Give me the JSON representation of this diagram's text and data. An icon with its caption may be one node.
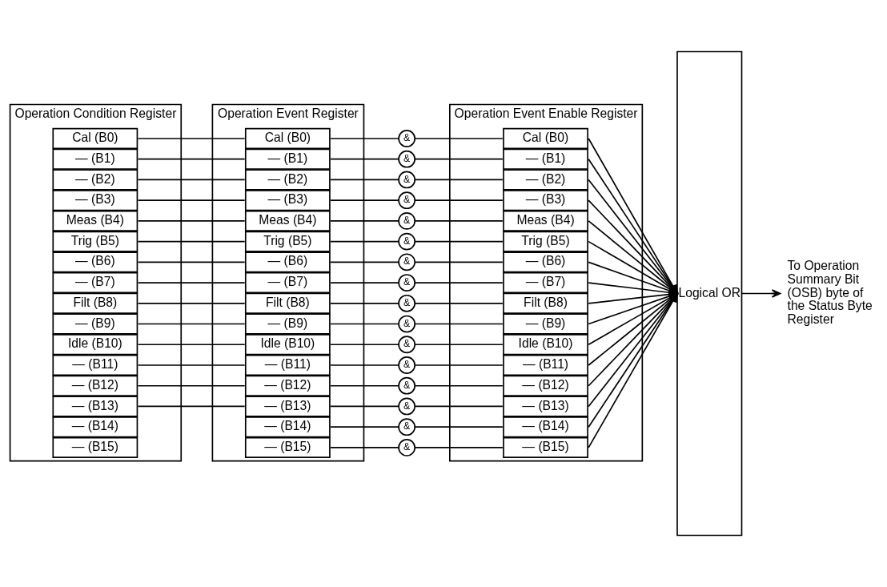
{
  "diagram": {
    "nodes": [
      {
        "text": [
          "Operation Condition Register"
        ]
      },
      {
        "text": [
          "Cal (B0)"
        ],
        "in": 0
      },
      {
        "text": [
          "— (B1)"
        ],
        "in": 0
      },
      {
        "text": [
          "— (B2)"
        ],
        "in": 0
      },
      {
        "text": [
          "— (B3)"
        ],
        "in": 0
      },
      {
        "text": [
          "Meas (B4)"
        ],
        "in": 0
      },
      {
        "text": [
          "Trig (B5)"
        ],
        "in": 0
      },
      {
        "text": [
          "— (B6)"
        ],
        "in": 0
      },
      {
        "text": [
          "— (B7)"
        ],
        "in": 0
      },
      {
        "text": [
          "Filt (B8)"
        ],
        "in": 0
      },
      {
        "text": [
          "— (B9)"
        ],
        "in": 0
      },
      {
        "text": [
          "Idle (B10)"
        ],
        "in": 0
      },
      {
        "text": [
          "— (B11)"
        ],
        "in": 0
      },
      {
        "text": [
          "— (B12)"
        ],
        "in": 0
      },
      {
        "text": [
          "— (B13)"
        ],
        "in": 0
      },
      {
        "text": [
          "— (B14)"
        ],
        "in": 0
      },
      {
        "text": [
          "— (B15)"
        ],
        "in": 0
      },
      {
        "text": [
          "Operation Event Register"
        ]
      },
      {
        "text": [
          "Cal (B0)"
        ],
        "in": 17
      },
      {
        "text": [
          "— (B1)"
        ],
        "in": 17
      },
      {
        "text": [
          "— (B2)"
        ],
        "in": 17
      },
      {
        "text": [
          "— (B3)"
        ],
        "in": 17
      },
      {
        "text": [
          "Meas (B4)"
        ],
        "in": 17
      },
      {
        "text": [
          "Trig (B5)"
        ],
        "in": 17
      },
      {
        "text": [
          "— (B6)"
        ],
        "in": 17
      },
      {
        "text": [
          "— (B7)"
        ],
        "in": 17
      },
      {
        "text": [
          "Filt (B8)"
        ],
        "in": 17
      },
      {
        "text": [
          "— (B9)"
        ],
        "in": 17
      },
      {
        "text": [
          "Idle (B10)"
        ],
        "in": 17
      },
      {
        "text": [
          "— (B11)"
        ],
        "in": 17
      },
      {
        "text": [
          "— (B12)"
        ],
        "in": 17
      },
      {
        "text": [
          "— (B13)"
        ],
        "in": 17
      },
      {
        "text": [
          "— (B14)"
        ],
        "in": 17
      },
      {
        "text": [
          "— (B15)"
        ],
        "in": 17
      },
      {
        "text": [
          "Operation Event Enable Register"
        ]
      },
      {
        "text": [
          "Cal (B0)"
        ],
        "in": 34
      },
      {
        "text": [
          "— (B1)"
        ],
        "in": 34
      },
      {
        "text": [
          "— (B2)"
        ],
        "in": 34
      },
      {
        "text": [
          "— (B3)"
        ],
        "in": 34
      },
      {
        "text": [
          "Meas (B4)"
        ],
        "in": 34
      },
      {
        "text": [
          "Trig (B5)"
        ],
        "in": 34
      },
      {
        "text": [
          "— (B6)"
        ],
        "in": 34
      },
      {
        "text": [
          "— (B7)"
        ],
        "in": 34
      },
      {
        "text": [
          "Filt (B8)"
        ],
        "in": 34
      },
      {
        "text": [
          "— (B9)"
        ],
        "in": 34
      },
      {
        "text": [
          "Idle (B10)"
        ],
        "in": 34
      },
      {
        "text": [
          "— (B11)"
        ],
        "in": 34
      },
      {
        "text": [
          "— (B12)"
        ],
        "in": 34
      },
      {
        "text": [
          "— (B13)"
        ],
        "in": 34
      },
      {
        "text": [
          "— (B14)"
        ],
        "in": 34
      },
      {
        "text": [
          "— (B15)"
        ],
        "in": 34
      },
      {
        "text": [
          "&"
        ]
      },
      {
        "text": [
          "&"
        ]
      },
      {
        "text": [
          "&"
        ]
      },
      {
        "text": [
          "&"
        ]
      },
      {
        "text": [
          "&"
        ]
      },
      {
        "text": [
          "&"
        ]
      },
      {
        "text": [
          "&"
        ]
      },
      {
        "text": [
          "&"
        ]
      },
      {
        "text": [
          "&"
        ]
      },
      {
        "text": [
          "&"
        ]
      },
      {
        "text": [
          "&"
        ]
      },
      {
        "text": [
          "&"
        ]
      },
      {
        "text": [
          "&"
        ]
      },
      {
        "text": [
          "&"
        ]
      },
      {
        "text": [
          "&"
        ]
      },
      {
        "text": [
          "&"
        ]
      },
      {
        "text": [
          "Logical OR"
        ]
      },
      {
        "text": [
          "To Operation Summary Bit (OSB) byte of the Status Byte Register"
        ]
      }
    ],
    "edges": [
      {
        "from": 1,
        "to": 18,
        "arrow": "none"
      },
      {
        "from": 2,
        "to": 19,
        "arrow": "none"
      },
      {
        "from": 3,
        "to": 20,
        "arrow": "none"
      },
      {
        "from": 4,
        "to": 21,
        "arrow": "none"
      },
      {
        "from": 5,
        "to": 22,
        "arrow": "none"
      },
      {
        "from": 6,
        "to": 23,
        "arrow": "none"
      },
      {
        "from": 7,
        "to": 24,
        "arrow": "none"
      },
      {
        "from": 8,
        "to": 25,
        "arrow": "none"
      },
      {
        "from": 9,
        "to": 26,
        "arrow": "none"
      },
      {
        "from": 10,
        "to": 27,
        "arrow": "none"
      },
      {
        "from": 11,
        "to": 28,
        "arrow": "none"
      },
      {
        "from": 12,
        "to": 29,
        "arrow": "none"
      },
      {
        "from": 13,
        "to": 30,
        "arrow": "none"
      },
      {
        "from": 14,
        "to": 31,
        "arrow": "none"
      },
      {
        "from": 18,
        "to": 51,
        "arrow": "none"
      },
      {
        "from": 19,
        "to": 52,
        "arrow": "none"
      },
      {
        "from": 20,
        "to": 53,
        "arrow": "none"
      },
      {
        "from": 21,
        "to": 54,
        "arrow": "none"
      },
      {
        "from": 22,
        "to": 55,
        "arrow": "none"
      },
      {
        "from": 23,
        "to": 56,
        "arrow": "none"
      },
      {
        "from": 24,
        "to": 57,
        "arrow": "none"
      },
      {
        "from": 25,
        "to": 58,
        "arrow": "none"
      },
      {
        "from": 26,
        "to": 59,
        "arrow": "none"
      },
      {
        "from": 27,
        "to": 60,
        "arrow": "none"
      },
      {
        "from": 28,
        "to": 61,
        "arrow": "none"
      },
      {
        "from": 29,
        "to": 62,
        "arrow": "none"
      },
      {
        "from": 30,
        "to": 63,
        "arrow": "none"
      },
      {
        "from": 31,
        "to": 64,
        "arrow": "none"
      },
      {
        "from": 32,
        "to": 65,
        "arrow": "none"
      },
      {
        "from": 33,
        "to": 66,
        "arrow": "none"
      },
      {
        "from": 51,
        "to": 35,
        "arrow": "none"
      },
      {
        "from": 52,
        "to": 36,
        "arrow": "none"
      },
      {
        "from": 53,
        "to": 37,
        "arrow": "none"
      },
      {
        "from": 54,
        "to": 38,
        "arrow": "none"
      },
      {
        "from": 55,
        "to": 39,
        "arrow": "none"
      },
      {
        "from": 56,
        "to": 40,
        "arrow": "none"
      },
      {
        "from": 57,
        "to": 41,
        "arrow": "none"
      },
      {
        "from": 58,
        "to": 42,
        "arrow": "none"
      },
      {
        "from": 59,
        "to": 43,
        "arrow": "none"
      },
      {
        "from": 60,
        "to": 44,
        "arrow": "none"
      },
      {
        "from": 61,
        "to": 45,
        "arrow": "none"
      },
      {
        "from": 62,
        "to": 46,
        "arrow": "none"
      },
      {
        "from": 63,
        "to": 47,
        "arrow": "none"
      },
      {
        "from": 64,
        "to": 48,
        "arrow": "none"
      },
      {
        "from": 65,
        "to": 49,
        "arrow": "none"
      },
      {
        "from": 66,
        "to": 50,
        "arrow": "none"
      },
      {
        "from": 35,
        "to": 67,
        "arrow": "to"
      },
      {
        "from": 36,
        "to": 67,
        "arrow": "to"
      },
      {
        "from": 37,
        "to": 67,
        "arrow": "to"
      },
      {
        "from": 38,
        "to": 67,
        "arrow": "to"
      },
      {
        "from": 39,
        "to": 67,
        "arrow": "to"
      },
      {
        "from": 40,
        "to": 67,
        "arrow": "to"
      },
      {
        "from": 41,
        "to": 67,
        "arrow": "to"
      },
      {
        "from": 42,
        "to": 67,
        "arrow": "to"
      },
      {
        "from": 43,
        "to": 67,
        "arrow": "to"
      },
      {
        "from": 44,
        "to": 67,
        "arrow": "to"
      },
      {
        "from": 45,
        "to": 67,
        "arrow": "to"
      },
      {
        "from": 46,
        "to": 67,
        "arrow": "to"
      },
      {
        "from": 47,
        "to": 67,
        "arrow": "to"
      },
      {
        "from": 48,
        "to": 67,
        "arrow": "to"
      },
      {
        "from": 49,
        "to": 67,
        "arrow": "to"
      },
      {
        "from": 50,
        "to": 67,
        "arrow": "to"
      },
      {
        "from": 67,
        "to": 68,
        "arrow": "to"
      }
    ]
  }
}
